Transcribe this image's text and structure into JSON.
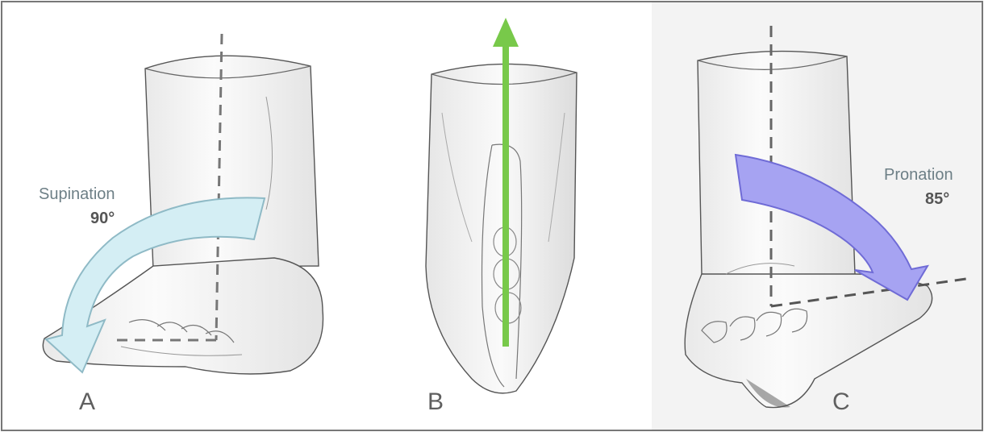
{
  "panels": [
    {
      "letter": "A",
      "label": "Supination",
      "degrees": "90°"
    },
    {
      "letter": "B"
    },
    {
      "letter": "C",
      "label": "Pronation",
      "degrees": "85°"
    }
  ],
  "colors": {
    "supination_arrow": "#d4eef4",
    "pronation_arrow": "#a6a3f2",
    "axis_arrow": "#78c94a",
    "dashed_line": "#777777",
    "frame": "#777777"
  }
}
